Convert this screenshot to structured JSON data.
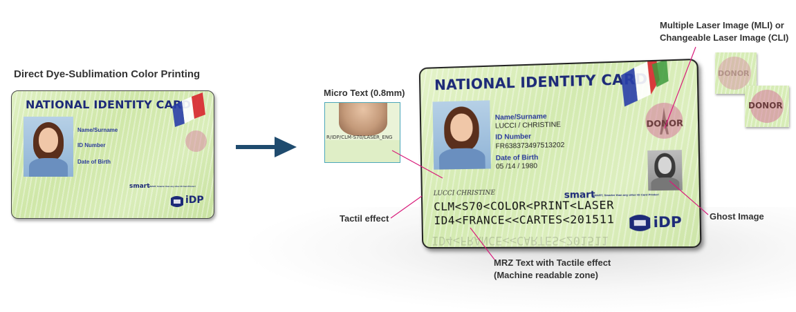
{
  "labels": {
    "left_heading": "Direct Dye-Sublimation Color Printing",
    "micro_text": "Micro Text (0.8mm)",
    "mli_line1": "Multiple Laser Image (MLI) or",
    "mli_line2": "Changeable Laser Image (CLI)",
    "tactil": "Tactil effect",
    "ghost": "Ghost Image",
    "mrz_line1": "MRZ Text with Tactile effect",
    "mrz_line2": "(Machine readable zone)"
  },
  "micro_box_text": "R/IDP/CLM-S70/LASER_ENG",
  "small_card": {
    "title": "NATIONAL IDENTITY CARD",
    "fields": [
      "Name/Surname",
      "ID Number",
      "Date of Birth"
    ],
    "smart_logo": "smart",
    "smart_tagline": "SMART, Smarter than any other ID Card Printer!",
    "idp_logo": "iDP"
  },
  "big_card": {
    "title": "NATIONAL IDENTITY CARD",
    "name_label": "Name/Surname",
    "name_value": "LUCCI / CHRISTINE",
    "id_label": "ID Number",
    "id_value": "FR638373497513202",
    "dob_label": "Date of Birth",
    "dob_value": "05 /14 / 1980",
    "signature": "LUCCI CHRISTINE",
    "mrz_line1": "CLM<S70<COLOR<PRINT<LASER",
    "mrz_line2": "ID4<FRANCE<<CARTES<201511",
    "donor": "DONOR",
    "smart_logo": "smart",
    "smart_tagline": "SMART, Smarter than any other ID Card Printer!",
    "idp_logo": "iDP"
  },
  "mli_cards": [
    "DONOR",
    "DONOR"
  ],
  "reflection_text": "ID4<FRANCE<<CARTES<201511",
  "colors": {
    "arrow": "#1f4b6e",
    "leader_lines": "#d81b7a",
    "card_title": "#1d2a78",
    "donor_pink": "#d6789b"
  },
  "icons": [
    "right-arrow-icon",
    "french-flag-icon",
    "italian-flag-icon",
    "eiffel-tower-icon",
    "idp-logo-icon"
  ]
}
